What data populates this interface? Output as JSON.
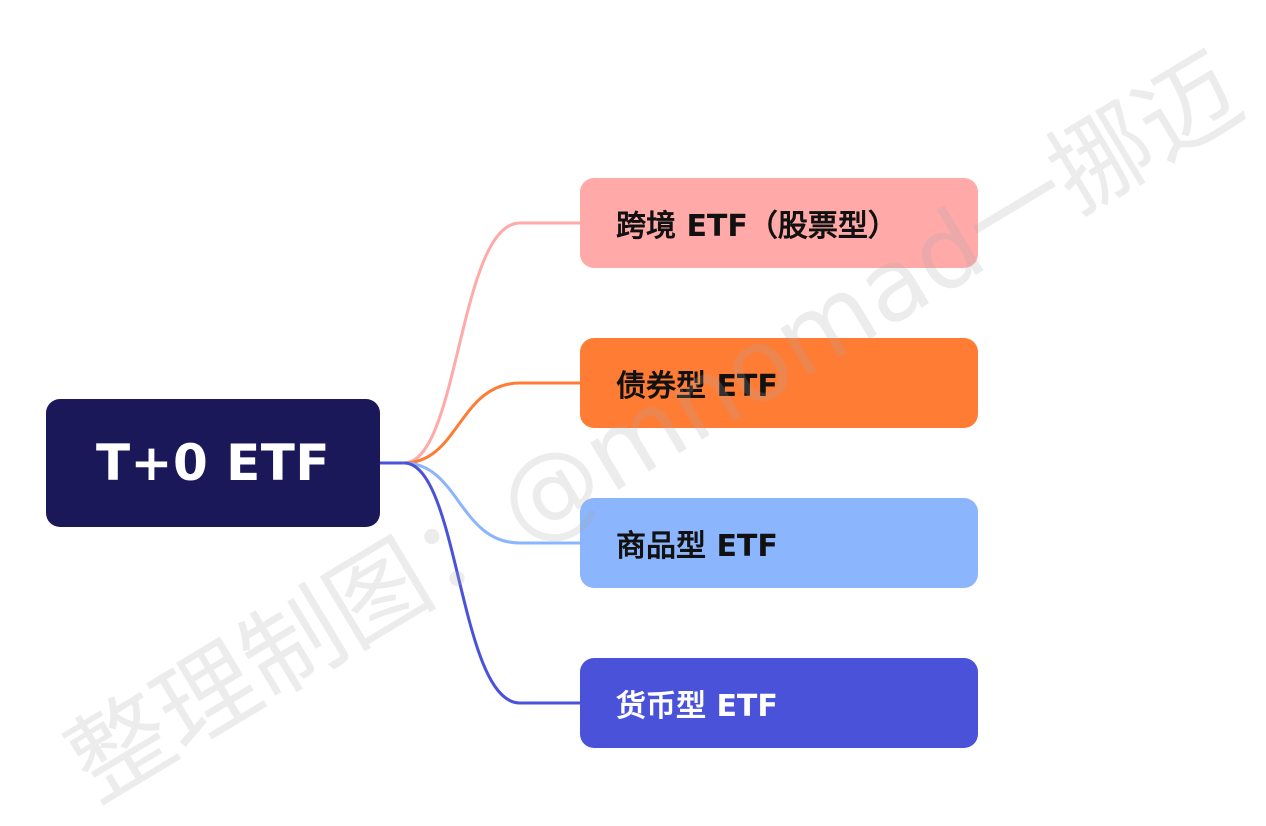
{
  "root": {
    "label": "T+0 ETF",
    "bg": "#1b185a",
    "text_color": "#ffffff"
  },
  "children": [
    {
      "label": "跨境 ETF（股票型）",
      "bg": "#ffaaa9",
      "text_color": "#111111",
      "line_color": "#ffaaa9"
    },
    {
      "label": "债券型 ETF",
      "bg": "#ff7c35",
      "text_color": "#111111",
      "line_color": "#ff7c35"
    },
    {
      "label": "商品型 ETF",
      "bg": "#8bb5fc",
      "text_color": "#111111",
      "line_color": "#8bb5fc"
    },
    {
      "label": "货币型 ETF",
      "bg": "#4a52d9",
      "text_color": "#ffffff",
      "line_color": "#4a52d9"
    }
  ],
  "watermark": {
    "text": "整理制图：@mnomad一挪迈"
  }
}
